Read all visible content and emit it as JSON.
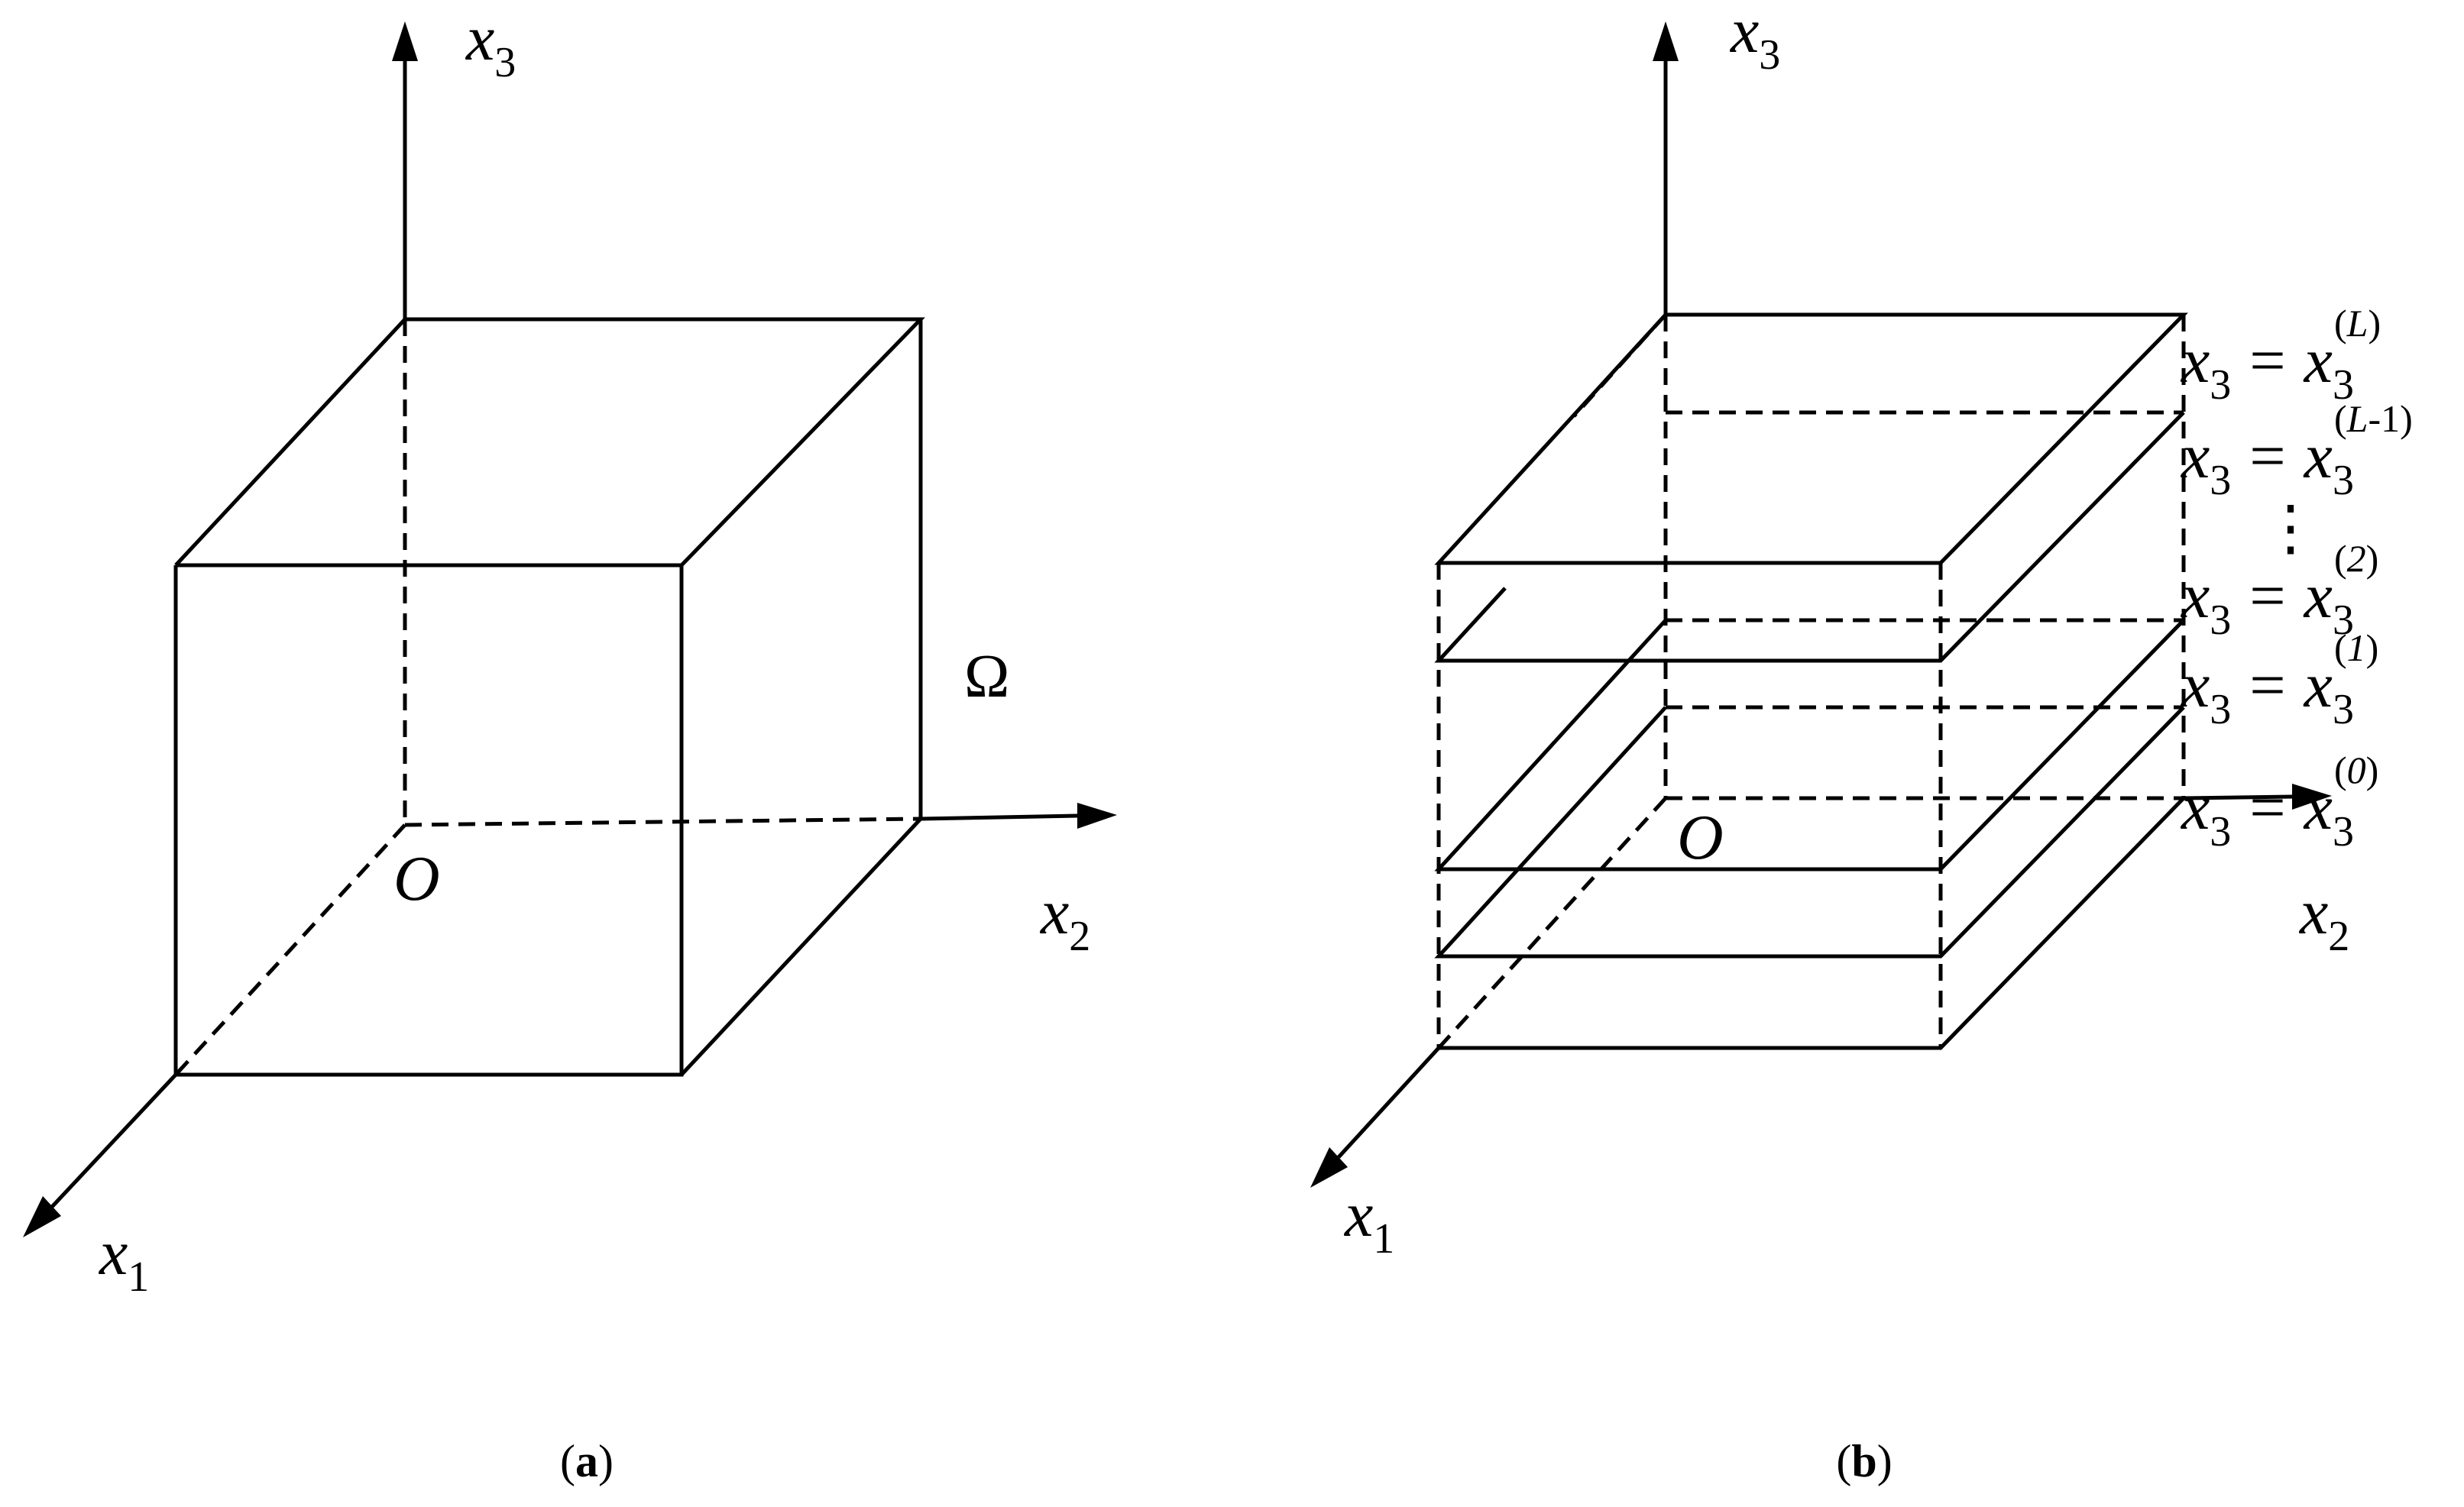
{
  "panel_a": {
    "axis_x3": {
      "base": "x",
      "sub": "3"
    },
    "axis_x2": {
      "base": "x",
      "sub": "2"
    },
    "axis_x1": {
      "base": "x",
      "sub": "1"
    },
    "origin": "O",
    "domain_label": "Ω",
    "caption": {
      "open": "(",
      "letter": "a",
      "close": ")"
    }
  },
  "panel_b": {
    "axis_x3": {
      "base": "x",
      "sub": "3"
    },
    "axis_x2": {
      "base": "x",
      "sub": "2"
    },
    "axis_x1": {
      "base": "x",
      "sub": "1"
    },
    "origin": "O",
    "interfaces": [
      {
        "lhs_base": "x",
        "lhs_sub": "3",
        "eq": "=",
        "rhs_base": "x",
        "rhs_sub": "3",
        "rhs_sup_open": "(",
        "rhs_sup": "L",
        "rhs_sup_close": ")"
      },
      {
        "lhs_base": "x",
        "lhs_sub": "3",
        "eq": "=",
        "rhs_base": "x",
        "rhs_sub": "3",
        "rhs_sup_open": "(",
        "rhs_sup": "L",
        "rhs_sup_close": "-1)"
      },
      {
        "lhs_base": "x",
        "lhs_sub": "3",
        "eq": "=",
        "rhs_base": "x",
        "rhs_sub": "3",
        "rhs_sup_open": "(",
        "rhs_sup": "2",
        "rhs_sup_close": ")"
      },
      {
        "lhs_base": "x",
        "lhs_sub": "3",
        "eq": "=",
        "rhs_base": "x",
        "rhs_sub": "3",
        "rhs_sup_open": "(",
        "rhs_sup": "1",
        "rhs_sup_close": ")"
      },
      {
        "lhs_base": "x",
        "lhs_sub": "3",
        "eq": "=",
        "rhs_base": "x",
        "rhs_sub": "3",
        "rhs_sup_open": "(",
        "rhs_sup": "0",
        "rhs_sup_close": ")"
      }
    ],
    "ellipsis": "⋮",
    "caption": {
      "open": "(",
      "letter": "b",
      "close": ")"
    }
  }
}
